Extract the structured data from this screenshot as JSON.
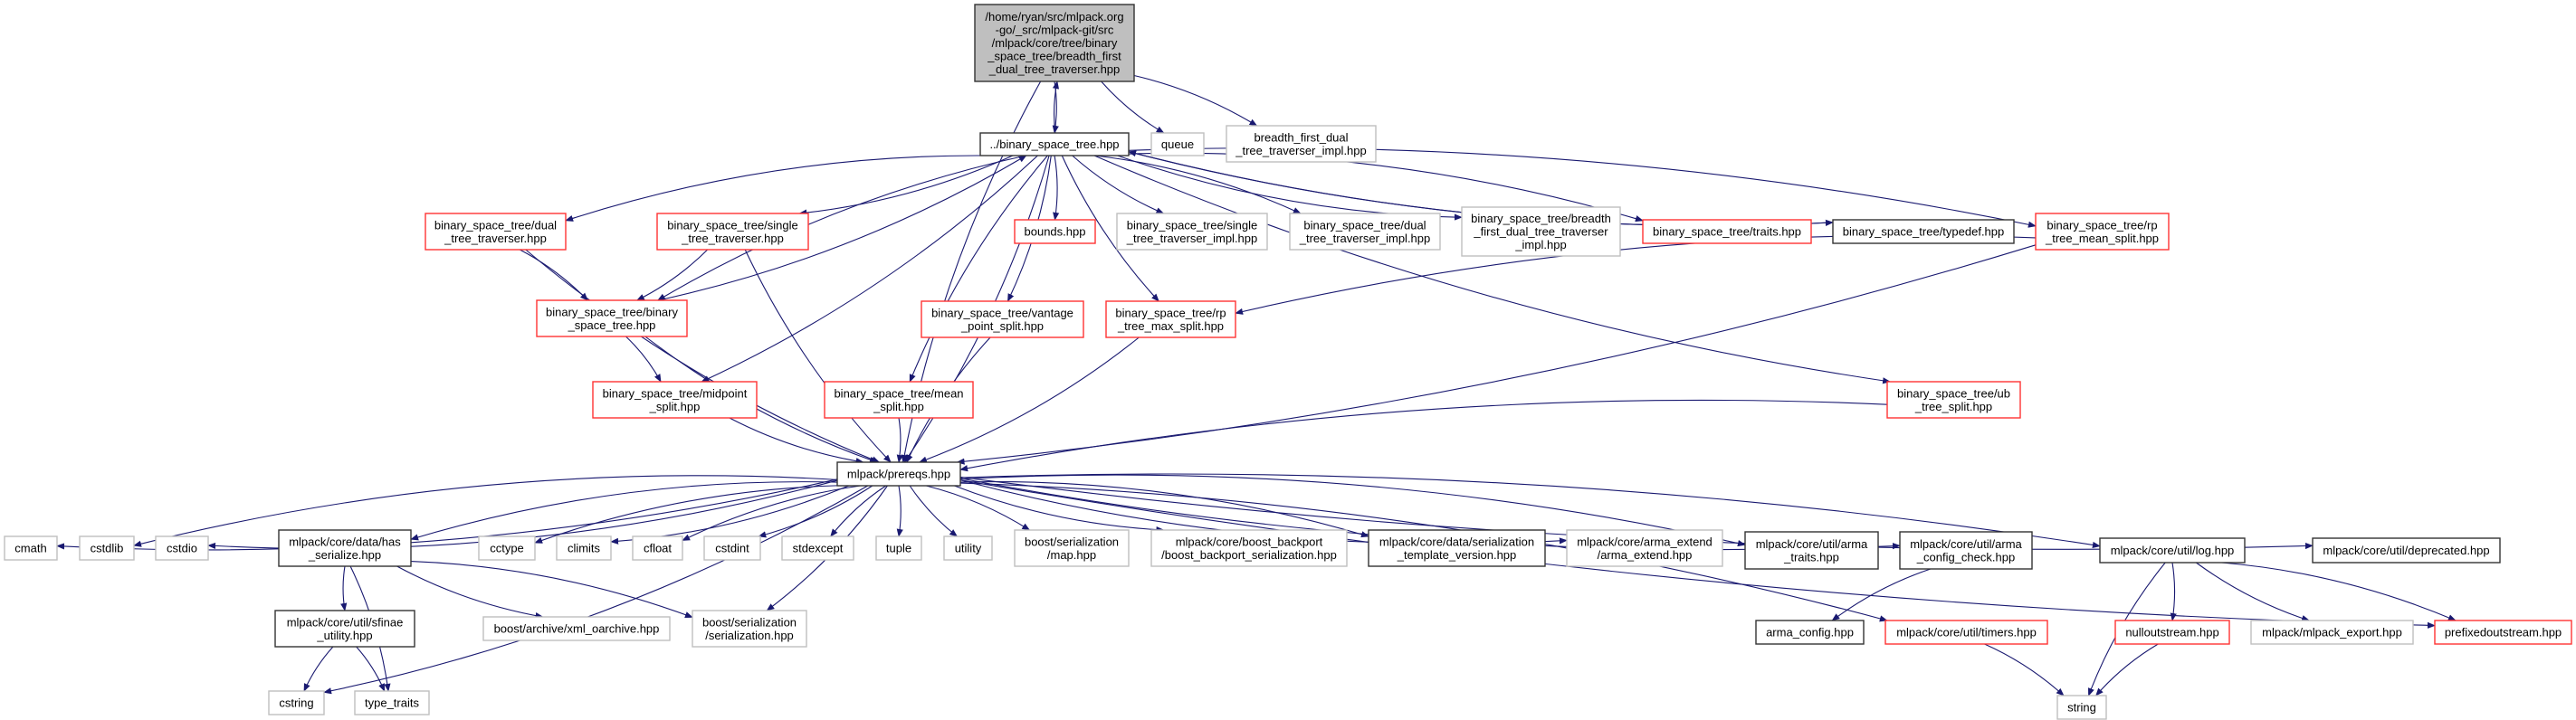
{
  "graph": {
    "colors": {
      "edge": "#191970",
      "red": "#ff3333",
      "black": "#333333",
      "gray": "#bfbfbf",
      "root_fill": "#bfbfbf"
    },
    "nodes": [
      {
        "id": "root",
        "style": "root",
        "label": [
          "/home/ryan/src/mlpack.org",
          "-go/_src/mlpack-git/src",
          "/mlpack/core/tree/binary",
          "_space_tree/breadth_first",
          "_dual_tree_traverser.hpp"
        ]
      },
      {
        "id": "bst",
        "style": "black",
        "label": [
          "../binary_space_tree.hpp"
        ]
      },
      {
        "id": "queue",
        "style": "gray",
        "label": [
          "queue"
        ]
      },
      {
        "id": "bft_impl",
        "style": "gray",
        "label": [
          "breadth_first_dual",
          "_tree_traverser_impl.hpp"
        ]
      },
      {
        "id": "dual_tt",
        "style": "red",
        "label": [
          "binary_space_tree/dual",
          "_tree_traverser.hpp"
        ]
      },
      {
        "id": "single_tt",
        "style": "red",
        "label": [
          "binary_space_tree/single",
          "_tree_traverser.hpp"
        ]
      },
      {
        "id": "bst_binary",
        "style": "red",
        "label": [
          "binary_space_tree/binary",
          "_space_tree.hpp"
        ]
      },
      {
        "id": "bounds",
        "style": "red",
        "label": [
          "bounds.hpp"
        ]
      },
      {
        "id": "single_impl",
        "style": "gray",
        "label": [
          "binary_space_tree/single",
          "_tree_traverser_impl.hpp"
        ]
      },
      {
        "id": "dual_impl",
        "style": "gray",
        "label": [
          "binary_space_tree/dual",
          "_tree_traverser_impl.hpp"
        ]
      },
      {
        "id": "bft3_impl",
        "style": "gray",
        "label": [
          "binary_space_tree/breadth",
          "_first_dual_tree_traverser",
          "_impl.hpp"
        ]
      },
      {
        "id": "traits",
        "style": "red",
        "label": [
          "binary_space_tree/traits.hpp"
        ]
      },
      {
        "id": "typedef",
        "style": "black",
        "label": [
          "binary_space_tree/typedef.hpp"
        ]
      },
      {
        "id": "rp_mean",
        "style": "red",
        "label": [
          "binary_space_tree/rp",
          "_tree_mean_split.hpp"
        ]
      },
      {
        "id": "vantage",
        "style": "red",
        "label": [
          "binary_space_tree/vantage",
          "_point_split.hpp"
        ]
      },
      {
        "id": "rp_max",
        "style": "red",
        "label": [
          "binary_space_tree/rp",
          "_tree_max_split.hpp"
        ]
      },
      {
        "id": "midpoint",
        "style": "red",
        "label": [
          "binary_space_tree/midpoint",
          "_split.hpp"
        ]
      },
      {
        "id": "mean",
        "style": "red",
        "label": [
          "binary_space_tree/mean",
          "_split.hpp"
        ]
      },
      {
        "id": "ub",
        "style": "red",
        "label": [
          "binary_space_tree/ub",
          "_tree_split.hpp"
        ]
      },
      {
        "id": "prereqs",
        "style": "black",
        "label": [
          "mlpack/prereqs.hpp"
        ]
      },
      {
        "id": "cmath",
        "style": "gray",
        "label": [
          "cmath"
        ]
      },
      {
        "id": "cstdlib",
        "style": "gray",
        "label": [
          "cstdlib"
        ]
      },
      {
        "id": "cstdio",
        "style": "gray",
        "label": [
          "cstdio"
        ]
      },
      {
        "id": "has_serialize",
        "style": "black",
        "label": [
          "mlpack/core/data/has",
          "_serialize.hpp"
        ]
      },
      {
        "id": "cctype",
        "style": "gray",
        "label": [
          "cctype"
        ]
      },
      {
        "id": "climits",
        "style": "gray",
        "label": [
          "climits"
        ]
      },
      {
        "id": "cfloat",
        "style": "gray",
        "label": [
          "cfloat"
        ]
      },
      {
        "id": "cstdint",
        "style": "gray",
        "label": [
          "cstdint"
        ]
      },
      {
        "id": "stdexcept",
        "style": "gray",
        "label": [
          "stdexcept"
        ]
      },
      {
        "id": "tuple",
        "style": "gray",
        "label": [
          "tuple"
        ]
      },
      {
        "id": "utility",
        "style": "gray",
        "label": [
          "utility"
        ]
      },
      {
        "id": "map",
        "style": "gray",
        "label": [
          "boost/serialization",
          "/map.hpp"
        ]
      },
      {
        "id": "backport",
        "style": "gray",
        "label": [
          "mlpack/core/boost_backport",
          "/boost_backport_serialization.hpp"
        ]
      },
      {
        "id": "tmpl_version",
        "style": "black",
        "label": [
          "mlpack/core/data/serialization",
          "_template_version.hpp"
        ]
      },
      {
        "id": "arma_extend",
        "style": "gray",
        "label": [
          "mlpack/core/arma_extend",
          "/arma_extend.hpp"
        ]
      },
      {
        "id": "arma_traits",
        "style": "black",
        "label": [
          "mlpack/core/util/arma",
          "_traits.hpp"
        ]
      },
      {
        "id": "arma_cfg_check",
        "style": "black",
        "label": [
          "mlpack/core/util/arma",
          "_config_check.hpp"
        ]
      },
      {
        "id": "log",
        "style": "black",
        "label": [
          "mlpack/core/util/log.hpp"
        ]
      },
      {
        "id": "deprecated",
        "style": "black",
        "label": [
          "mlpack/core/util/deprecated.hpp"
        ]
      },
      {
        "id": "sfinae",
        "style": "black",
        "label": [
          "mlpack/core/util/sfinae",
          "_utility.hpp"
        ]
      },
      {
        "id": "xml_oarchive",
        "style": "gray",
        "label": [
          "boost/archive/xml_oarchive.hpp"
        ]
      },
      {
        "id": "boost_ser",
        "style": "gray",
        "label": [
          "boost/serialization",
          "/serialization.hpp"
        ]
      },
      {
        "id": "arma_config",
        "style": "black",
        "label": [
          "arma_config.hpp"
        ]
      },
      {
        "id": "timers",
        "style": "red",
        "label": [
          "mlpack/core/util/timers.hpp"
        ]
      },
      {
        "id": "nullout",
        "style": "red",
        "label": [
          "nulloutstream.hpp"
        ]
      },
      {
        "id": "mlpack_export",
        "style": "gray",
        "label": [
          "mlpack/mlpack_export.hpp"
        ]
      },
      {
        "id": "prefixedout",
        "style": "red",
        "label": [
          "prefixedoutstream.hpp"
        ]
      },
      {
        "id": "cstring",
        "style": "gray",
        "label": [
          "cstring"
        ]
      },
      {
        "id": "type_traits",
        "style": "gray",
        "label": [
          "type_traits"
        ]
      },
      {
        "id": "string",
        "style": "gray",
        "label": [
          "string"
        ]
      }
    ],
    "edges": [
      [
        "root",
        "bst"
      ],
      [
        "root",
        "queue"
      ],
      [
        "root",
        "bft_impl"
      ],
      [
        "root",
        "prereqs"
      ],
      [
        "bst",
        "root"
      ],
      [
        "bst",
        "dual_tt"
      ],
      [
        "bst",
        "single_tt"
      ],
      [
        "bst",
        "bst_binary"
      ],
      [
        "bst",
        "midpoint"
      ],
      [
        "bst",
        "mean"
      ],
      [
        "bst",
        "vantage"
      ],
      [
        "bst",
        "rp_max"
      ],
      [
        "bst",
        "bounds"
      ],
      [
        "bst",
        "single_impl"
      ],
      [
        "bst",
        "dual_impl"
      ],
      [
        "bst",
        "bft3_impl"
      ],
      [
        "bst",
        "traits"
      ],
      [
        "bst",
        "typedef"
      ],
      [
        "bst",
        "rp_mean"
      ],
      [
        "bst",
        "ub"
      ],
      [
        "bst",
        "prereqs"
      ],
      [
        "bst_binary",
        "bst"
      ],
      [
        "bst_binary",
        "midpoint"
      ],
      [
        "bst_binary",
        "prereqs"
      ],
      [
        "dual_tt",
        "bst_binary"
      ],
      [
        "dual_tt",
        "prereqs"
      ],
      [
        "single_tt",
        "bst_binary"
      ],
      [
        "single_tt",
        "prereqs"
      ],
      [
        "typedef",
        "bst"
      ],
      [
        "midpoint",
        "prereqs"
      ],
      [
        "mean",
        "prereqs"
      ],
      [
        "vantage",
        "prereqs"
      ],
      [
        "rp_max",
        "prereqs"
      ],
      [
        "rp_mean",
        "rp_max"
      ],
      [
        "rp_mean",
        "prereqs"
      ],
      [
        "ub",
        "prereqs"
      ],
      [
        "prereqs",
        "cmath"
      ],
      [
        "prereqs",
        "cstdlib"
      ],
      [
        "prereqs",
        "cstdio"
      ],
      [
        "prereqs",
        "has_serialize"
      ],
      [
        "prereqs",
        "cstring"
      ],
      [
        "prereqs",
        "cctype"
      ],
      [
        "prereqs",
        "climits"
      ],
      [
        "prereqs",
        "cfloat"
      ],
      [
        "prereqs",
        "cstdint"
      ],
      [
        "prereqs",
        "stdexcept"
      ],
      [
        "prereqs",
        "tuple"
      ],
      [
        "prereqs",
        "utility"
      ],
      [
        "prereqs",
        "map"
      ],
      [
        "prereqs",
        "backport"
      ],
      [
        "prereqs",
        "tmpl_version"
      ],
      [
        "prereqs",
        "arma_extend"
      ],
      [
        "prereqs",
        "arma_traits"
      ],
      [
        "prereqs",
        "arma_cfg_check"
      ],
      [
        "prereqs",
        "log"
      ],
      [
        "prereqs",
        "deprecated"
      ],
      [
        "prereqs",
        "timers"
      ],
      [
        "prereqs",
        "prefixedout"
      ],
      [
        "prereqs",
        "boost_ser"
      ],
      [
        "has_serialize",
        "sfinae"
      ],
      [
        "has_serialize",
        "type_traits"
      ],
      [
        "has_serialize",
        "xml_oarchive"
      ],
      [
        "has_serialize",
        "boost_ser"
      ],
      [
        "sfinae",
        "cstring"
      ],
      [
        "sfinae",
        "type_traits"
      ],
      [
        "arma_cfg_check",
        "arma_config"
      ],
      [
        "timers",
        "string"
      ],
      [
        "log",
        "string"
      ],
      [
        "log",
        "nullout"
      ],
      [
        "log",
        "mlpack_export"
      ],
      [
        "log",
        "prefixedout"
      ],
      [
        "nullout",
        "string"
      ]
    ]
  }
}
